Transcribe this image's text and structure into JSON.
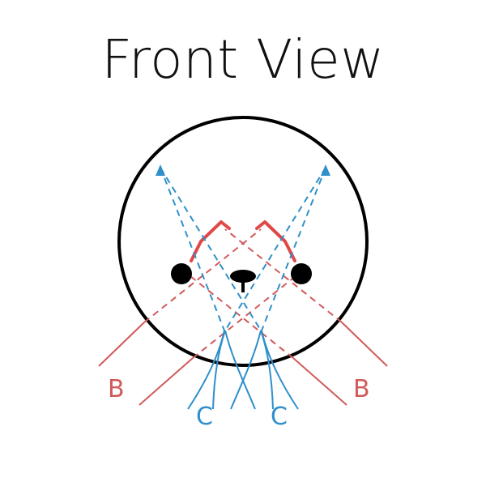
{
  "title": "Front View",
  "labels": {
    "b_left": "B",
    "b_right": "B",
    "c_left": "C",
    "c_right": "C"
  },
  "colors": {
    "outline": "#000000",
    "b_lines": "#d15a5a",
    "c_lines": "#2f8fcb",
    "brow": "#e04848"
  },
  "icons": {
    "left_eye": "left-eye-icon",
    "right_eye": "right-eye-icon",
    "nose": "nose-icon",
    "head": "head-outline"
  }
}
